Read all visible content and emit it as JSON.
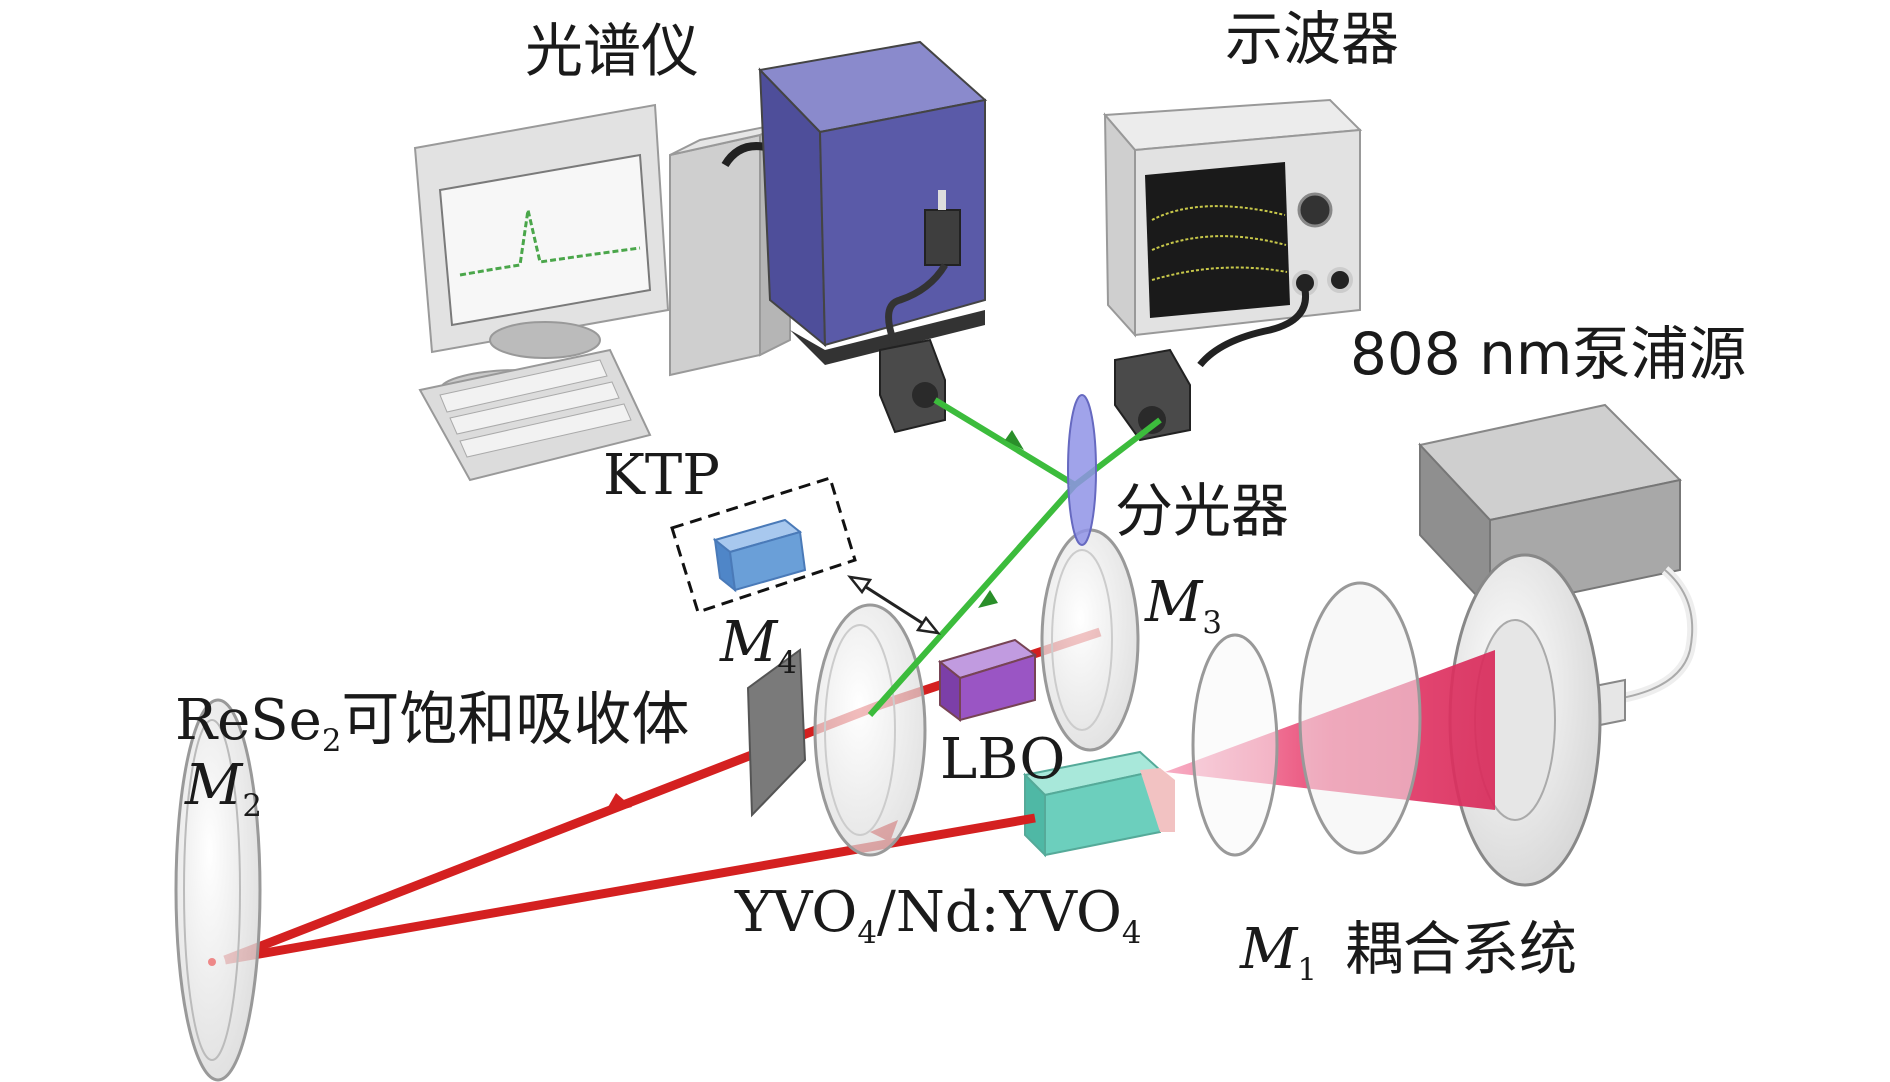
{
  "labels": {
    "spectrometer": "光谱仪",
    "oscilloscope": "示波器",
    "pump_source": "808 nm泵浦源",
    "ktp": "KTP",
    "beam_splitter": "分光器",
    "m3": {
      "main": "M",
      "sub": "3"
    },
    "m4": {
      "main": "M",
      "sub": "4"
    },
    "rese2": {
      "main": "ReSe",
      "sub": "2",
      "rest": "可饱和吸收体"
    },
    "m2": {
      "main": "M",
      "sub": "2"
    },
    "lbo": "LBO",
    "crystal": {
      "a": "YVO",
      "a_sub": "4",
      "b": "/Nd:YVO",
      "b_sub": "4"
    },
    "m1": {
      "main": "M",
      "sub": "1"
    },
    "coupling": "耦合系统"
  },
  "colors": {
    "laser_red": "#d42020",
    "laser_green": "#3cbc3c",
    "pump_pink": "#e8406e",
    "spectrometer_body": "#5a5aa8",
    "ktp_blue": "#6a9fd8",
    "lbo_purple": "#9a55c4",
    "crystal_teal": "#6ccfbd"
  }
}
